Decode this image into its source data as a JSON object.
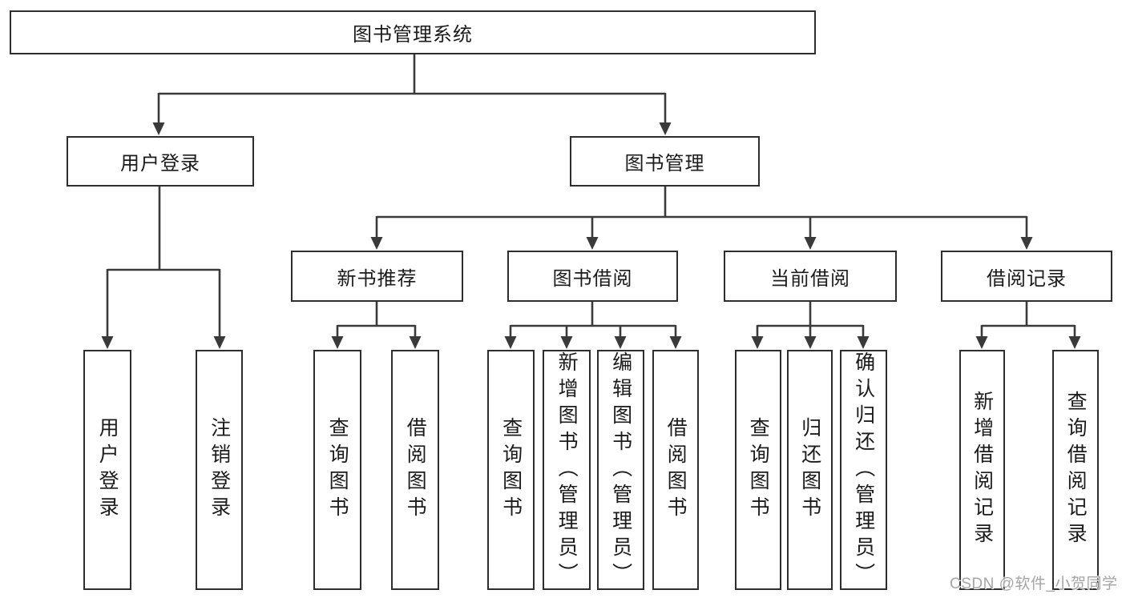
{
  "page": {
    "background": "#ffffff",
    "line_color": "#3a3a3a",
    "box_border_color": "#2e2e2e",
    "text_color": "#1b1b1b",
    "watermark_color": "#a5a5a5"
  },
  "watermark": {
    "text": "CSDN @软件_小贺同学"
  },
  "tree": {
    "label": "图书管理系统",
    "children": [
      {
        "label": "用户登录",
        "children": [
          {
            "label": "用户登录"
          },
          {
            "label": "注销登录"
          }
        ]
      },
      {
        "label": "图书管理",
        "children": [
          {
            "label": "新书推荐",
            "children": [
              {
                "label": "查询图书"
              },
              {
                "label": "借阅图书"
              }
            ]
          },
          {
            "label": "图书借阅",
            "children": [
              {
                "label": "查询图书"
              },
              {
                "label": "新增图书（管理员）"
              },
              {
                "label": "编辑图书（管理员）"
              },
              {
                "label": "借阅图书"
              }
            ]
          },
          {
            "label": "当前借阅",
            "children": [
              {
                "label": "查询图书"
              },
              {
                "label": "归还图书"
              },
              {
                "label": "确认归还（管理员）"
              }
            ]
          },
          {
            "label": "借阅记录",
            "children": [
              {
                "label": "新增借阅记录"
              },
              {
                "label": "查询借阅记录"
              }
            ]
          }
        ]
      }
    ]
  }
}
